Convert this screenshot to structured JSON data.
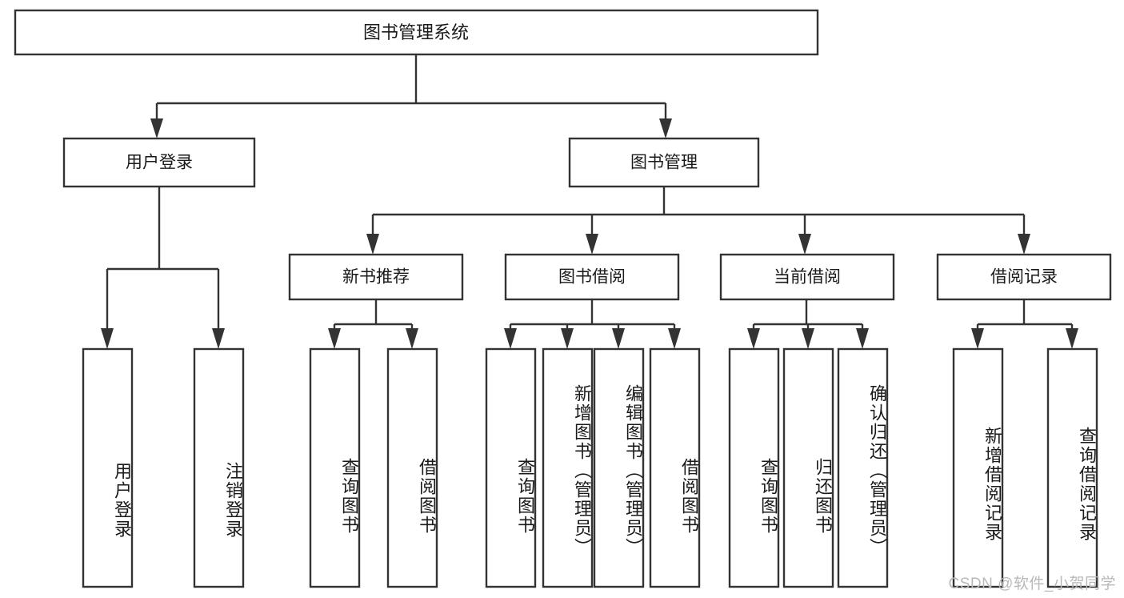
{
  "diagram": {
    "title": "图书管理系统",
    "type": "tree",
    "watermark": "CSDN @软件_小贺同学",
    "colors": {
      "box_stroke": "#333333",
      "box_fill": "#ffffff",
      "text": "#1a1a1a",
      "canvas": "#ffffff",
      "watermark": "#b9b9b9"
    },
    "levels": {
      "root": {
        "label": "图书管理系统"
      },
      "level2": [
        {
          "id": "user-login",
          "label": "用户登录"
        },
        {
          "id": "book-management",
          "label": "图书管理"
        }
      ],
      "level3": [
        {
          "id": "new-book-recommend",
          "label": "新书推荐",
          "parent": "book-management"
        },
        {
          "id": "book-borrow",
          "label": "图书借阅",
          "parent": "book-management"
        },
        {
          "id": "current-borrow",
          "label": "当前借阅",
          "parent": "book-management"
        },
        {
          "id": "borrow-record",
          "label": "借阅记录",
          "parent": "book-management"
        }
      ],
      "leaves": [
        {
          "id": "leaf-user-login",
          "label": "用户登录",
          "parent": "user-login"
        },
        {
          "id": "leaf-logout-login",
          "label": "注销登录",
          "parent": "user-login"
        },
        {
          "id": "leaf-query-book-1",
          "label": "查询图书",
          "parent": "new-book-recommend"
        },
        {
          "id": "leaf-borrow-book-1",
          "label": "借阅图书",
          "parent": "new-book-recommend"
        },
        {
          "id": "leaf-query-book-2",
          "label": "查询图书",
          "parent": "book-borrow"
        },
        {
          "id": "leaf-add-book",
          "label": "新增图书（管理员）",
          "parent": "book-borrow"
        },
        {
          "id": "leaf-edit-book",
          "label": "编辑图书（管理员）",
          "parent": "book-borrow"
        },
        {
          "id": "leaf-borrow-book-2",
          "label": "借阅图书",
          "parent": "book-borrow"
        },
        {
          "id": "leaf-query-book-3",
          "label": "查询图书",
          "parent": "current-borrow"
        },
        {
          "id": "leaf-return-book",
          "label": "归还图书",
          "parent": "current-borrow"
        },
        {
          "id": "leaf-confirm-return",
          "label": "确认归还（管理员）",
          "parent": "current-borrow"
        },
        {
          "id": "leaf-add-record",
          "label": "新增借阅记录",
          "parent": "borrow-record"
        },
        {
          "id": "leaf-query-record",
          "label": "查询借阅记录",
          "parent": "borrow-record"
        }
      ]
    }
  }
}
